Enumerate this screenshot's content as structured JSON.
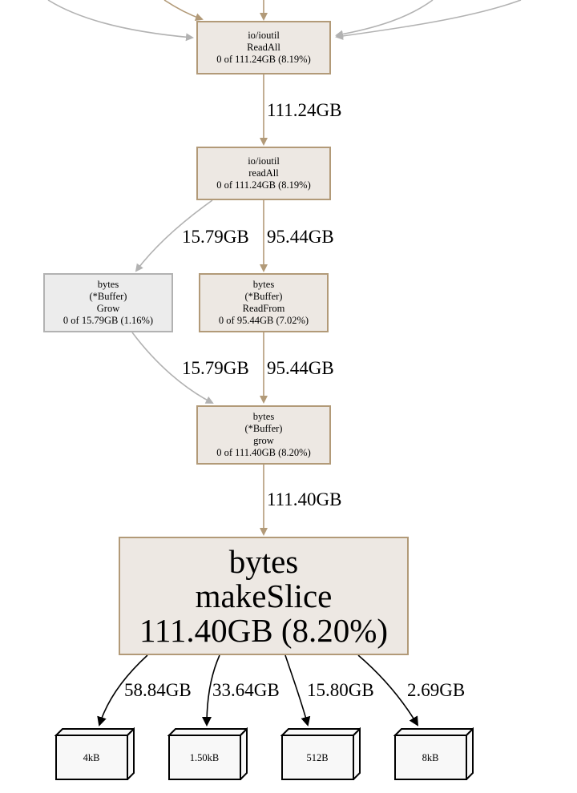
{
  "colors": {
    "hot_edge": "#b29a78",
    "cold_edge": "#b2b2b2",
    "hot_fill": "#ede8e3",
    "cold_fill": "#ececec",
    "leaf_fill": "#f8f8f8",
    "leaf_edge": "#000000"
  },
  "nodes": {
    "readall_upper": {
      "pkg": "io/ioutil",
      "func": "ReadAll",
      "stat": "0 of 111.24GB (8.19%)"
    },
    "readall_lower": {
      "pkg": "io/ioutil",
      "func": "readAll",
      "stat": "0 of 111.24GB (8.19%)"
    },
    "buffer_grow_public": {
      "pkg": "bytes",
      "recv": "(*Buffer)",
      "func": "Grow",
      "stat": "0 of 15.79GB (1.16%)"
    },
    "buffer_readfrom": {
      "pkg": "bytes",
      "recv": "(*Buffer)",
      "func": "ReadFrom",
      "stat": "0 of 95.44GB (7.02%)"
    },
    "buffer_grow": {
      "pkg": "bytes",
      "recv": "(*Buffer)",
      "func": "grow",
      "stat": "0 of 111.40GB (8.20%)"
    },
    "makeslice": {
      "pkg": "bytes",
      "func": "makeSlice",
      "stat": "111.40GB (8.20%)"
    }
  },
  "edges": {
    "readall_to_readall": "111.24GB",
    "readall_to_grow_public": "15.79GB",
    "readall_to_readfrom": "95.44GB",
    "grow_public_to_grow": "15.79GB",
    "readfrom_to_grow": "95.44GB",
    "grow_to_makeslice": "111.40GB",
    "makeslice_to_4kb": "58.84GB",
    "makeslice_to_1_50kb": "33.64GB",
    "makeslice_to_512b": "15.80GB",
    "makeslice_to_8kb": "2.69GB"
  },
  "leaves": [
    "4kB",
    "1.50kB",
    "512B",
    "8kB"
  ]
}
